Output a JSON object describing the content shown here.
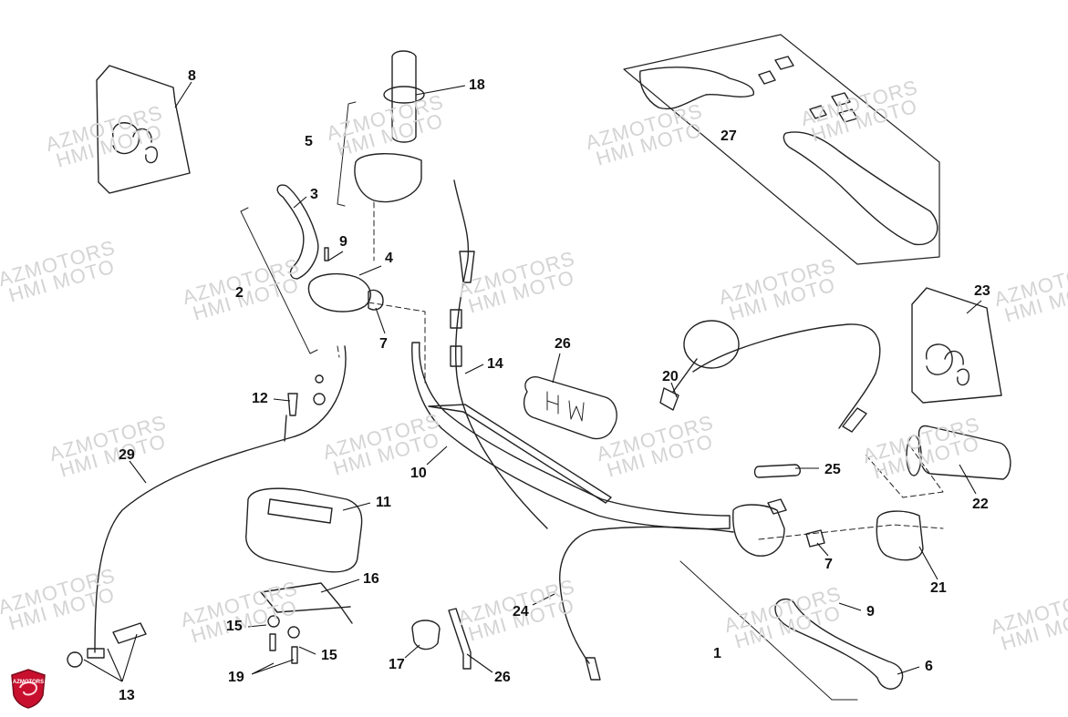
{
  "watermark": {
    "line1": "AZMOTORS",
    "line2": "HMI MOTO"
  },
  "brand_logo": {
    "text": "AZMOTORS",
    "color": "#c8102e"
  },
  "callouts": [
    {
      "id": "8",
      "label": "8"
    },
    {
      "id": "18",
      "label": "18"
    },
    {
      "id": "5",
      "label": "5"
    },
    {
      "id": "3",
      "label": "3"
    },
    {
      "id": "9a",
      "label": "9"
    },
    {
      "id": "4",
      "label": "4"
    },
    {
      "id": "2",
      "label": "2"
    },
    {
      "id": "7a",
      "label": "7"
    },
    {
      "id": "12",
      "label": "12"
    },
    {
      "id": "29",
      "label": "29"
    },
    {
      "id": "11",
      "label": "11"
    },
    {
      "id": "16",
      "label": "16"
    },
    {
      "id": "15a",
      "label": "15"
    },
    {
      "id": "15b",
      "label": "15"
    },
    {
      "id": "19",
      "label": "19"
    },
    {
      "id": "13",
      "label": "13"
    },
    {
      "id": "17",
      "label": "17"
    },
    {
      "id": "26a",
      "label": "26"
    },
    {
      "id": "26b",
      "label": "26"
    },
    {
      "id": "14",
      "label": "14"
    },
    {
      "id": "10",
      "label": "10"
    },
    {
      "id": "24",
      "label": "24"
    },
    {
      "id": "20",
      "label": "20"
    },
    {
      "id": "27",
      "label": "27"
    },
    {
      "id": "23",
      "label": "23"
    },
    {
      "id": "25",
      "label": "25"
    },
    {
      "id": "22",
      "label": "22"
    },
    {
      "id": "7b",
      "label": "7"
    },
    {
      "id": "21",
      "label": "21"
    },
    {
      "id": "9b",
      "label": "9"
    },
    {
      "id": "1",
      "label": "1"
    },
    {
      "id": "6",
      "label": "6"
    }
  ]
}
